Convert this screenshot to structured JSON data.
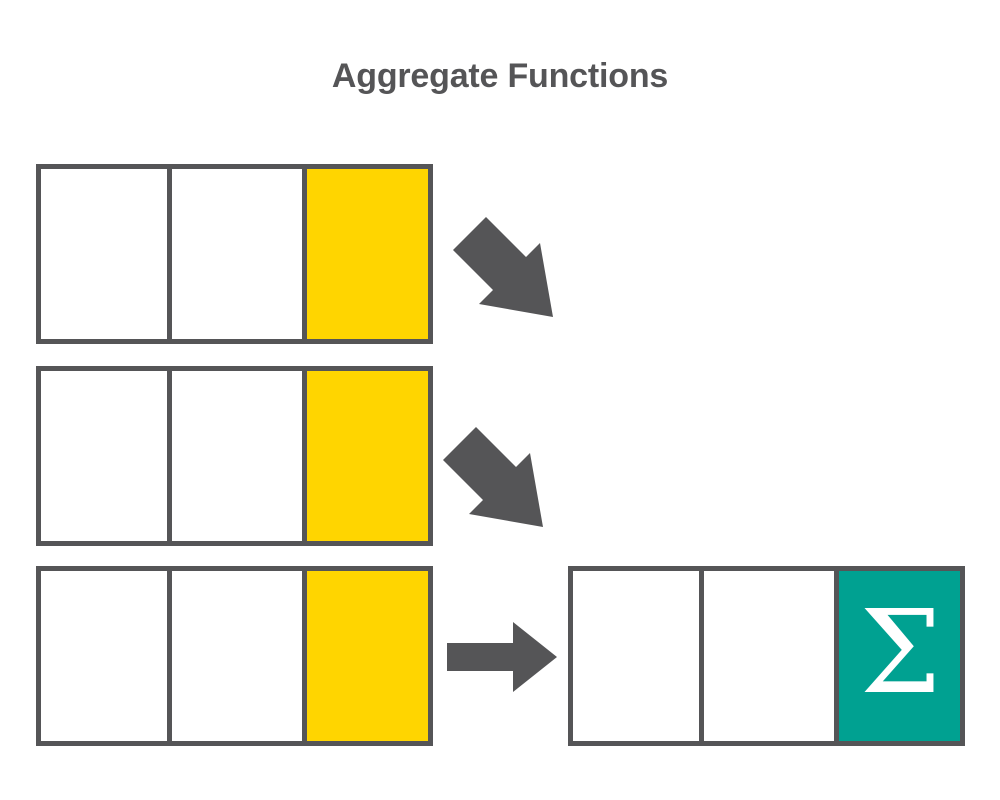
{
  "diagram": {
    "title": "Aggregate Functions",
    "colors": {
      "outline": "#555557",
      "highlight_yellow": "#ffd500",
      "result_teal": "#00a191",
      "cell_white": "#ffffff",
      "title_text": "#555557",
      "symbol_white": "#ffffff",
      "background": "#ffffff"
    },
    "source_rows": [
      {
        "name": "source-row-1",
        "cells": [
          {
            "label": "",
            "state": "empty"
          },
          {
            "label": "",
            "state": "empty"
          },
          {
            "label": "",
            "state": "highlighted"
          }
        ]
      },
      {
        "name": "source-row-2",
        "cells": [
          {
            "label": "",
            "state": "empty"
          },
          {
            "label": "",
            "state": "empty"
          },
          {
            "label": "",
            "state": "highlighted"
          }
        ]
      },
      {
        "name": "source-row-3",
        "cells": [
          {
            "label": "",
            "state": "empty"
          },
          {
            "label": "",
            "state": "empty"
          },
          {
            "label": "",
            "state": "highlighted"
          }
        ]
      }
    ],
    "result_row": {
      "name": "result-row",
      "cells": [
        {
          "label": "",
          "state": "empty"
        },
        {
          "label": "",
          "state": "empty"
        },
        {
          "label": "Σ",
          "state": "aggregated"
        }
      ]
    },
    "arrows": [
      {
        "name": "arrow-diagonal-1",
        "direction": "down-right"
      },
      {
        "name": "arrow-diagonal-2",
        "direction": "down-right"
      },
      {
        "name": "arrow-horizontal-3",
        "direction": "right"
      }
    ]
  }
}
